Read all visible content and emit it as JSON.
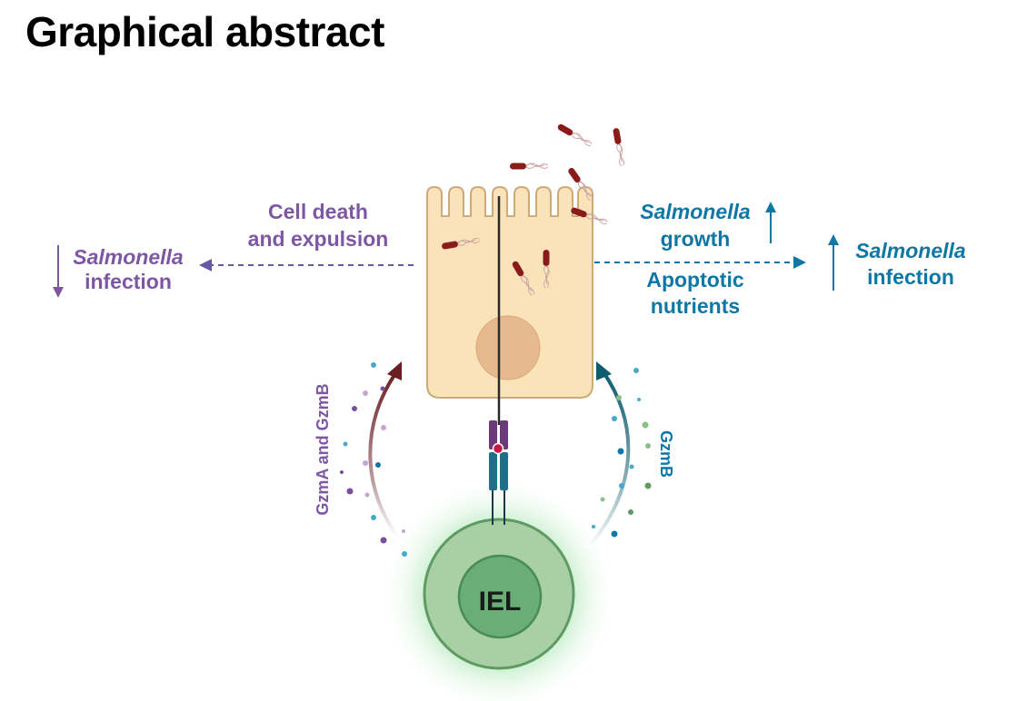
{
  "title": "Graphical abstract",
  "left": {
    "effect_line1": "Cell death",
    "effect_line2": "and expulsion",
    "outcome_italic": "Salmonella",
    "outcome_plain": "infection",
    "granzymes": "GzmA and GzmB"
  },
  "right": {
    "growth_italic": "Salmonella",
    "growth_plain": "growth",
    "nutrients_line1": "Apoptotic",
    "nutrients_line2": "nutrients",
    "outcome_italic": "Salmonella",
    "outcome_plain": "infection",
    "granzymes": "GzmB"
  },
  "cell_label": "IEL",
  "colors": {
    "purple": "#7e57a3",
    "blue": "#0e77a5",
    "epithelial_fill": "#fbe3b9",
    "iel_outer": "#a9cfa6",
    "iel_inner": "#6aae77",
    "bacteria": "#8b1a1a"
  }
}
